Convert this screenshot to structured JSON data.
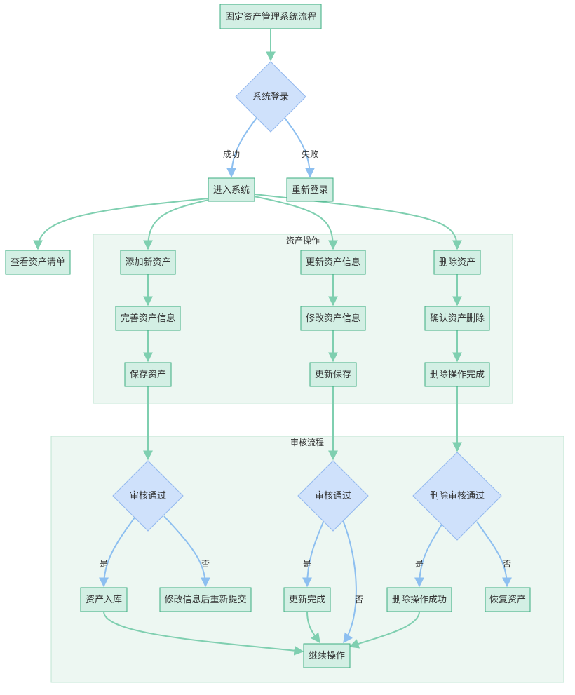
{
  "colors": {
    "node_fill": "#d3efe4",
    "node_stroke": "#3bae80",
    "diamond_fill": "#cfe1fb",
    "diamond_stroke": "#93b8ee",
    "edge_green": "#7fcfb0",
    "edge_blue": "#8dbff0",
    "cluster_fill": "#edf7f2",
    "cluster_stroke": "#bfe6d3"
  },
  "clusters": {
    "asset_ops": "资产操作",
    "audit_flow": "审核流程"
  },
  "nodes": {
    "start": "固定资产管理系统流程",
    "login": "系统登录",
    "enter": "进入系统",
    "relogin": "重新登录",
    "view_list": "查看资产清单",
    "add_asset": "添加新资产",
    "update_info": "更新资产信息",
    "delete_asset": "删除资产",
    "complete_info": "完善资产信息",
    "modify_info": "修改资产信息",
    "confirm_delete": "确认资产删除",
    "save_asset": "保存资产",
    "update_save": "更新保存",
    "delete_done": "删除操作完成",
    "audit1": "审核通过",
    "audit2": "审核通过",
    "audit3": "删除审核通过",
    "stock_in": "资产入库",
    "resubmit": "修改信息后重新提交",
    "update_complete": "更新完成",
    "delete_success": "删除操作成功",
    "restore": "恢复资产",
    "continue": "继续操作"
  },
  "edge_labels": {
    "success": "成功",
    "fail": "失败",
    "yes1": "是",
    "no1": "否",
    "yes2": "是",
    "no2": "否",
    "yes3": "是",
    "no3": "否"
  }
}
